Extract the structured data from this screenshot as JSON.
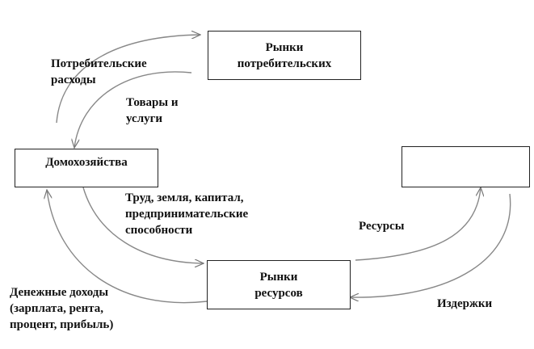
{
  "nodes": {
    "consumer_markets": {
      "line1": "Рынки",
      "line2": "потребительских"
    },
    "households": {
      "label": "Домохозяйства"
    },
    "firms": {
      "label": ""
    },
    "resource_markets": {
      "line1": "Рынки",
      "line2": "ресурсов"
    }
  },
  "flows": {
    "consumer_spending": {
      "line1": "Потребительские",
      "line2": "расходы"
    },
    "goods_services": {
      "line1": "Товары и",
      "line2": "услуги"
    },
    "factors": {
      "line1": "Труд, земля, капитал,",
      "line2": "предпринимательские",
      "line3": "способности"
    },
    "resources": {
      "label": "Ресурсы"
    },
    "costs": {
      "label": "Издержки"
    },
    "money_income": {
      "line1": "Денежные доходы",
      "line2": "(зарплата, рента,",
      "line3": "процент, прибыль)"
    }
  },
  "colors": {
    "arrow": "#888888",
    "box_border": "#222222",
    "text": "#111111"
  }
}
